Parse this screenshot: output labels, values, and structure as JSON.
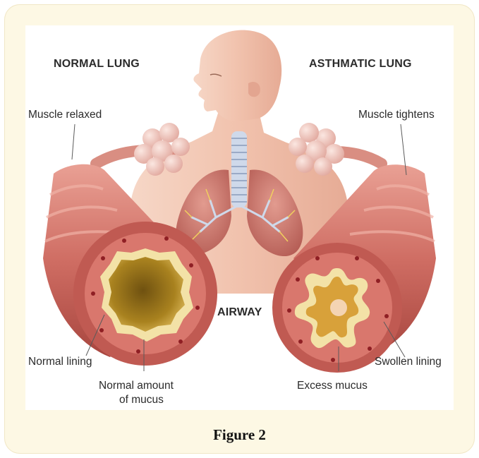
{
  "figure": {
    "caption": "Figure 2",
    "labels": {
      "normal_lung": "NORMAL LUNG",
      "asthmatic_lung": "ASTHMATIC LUNG",
      "muscle_relaxed": "Muscle relaxed",
      "muscle_tightens": "Muscle tightens",
      "airway": "AIRWAY",
      "normal_lining": "Normal lining",
      "normal_mucus_line1": "Normal amount",
      "normal_mucus_line2": "of mucus",
      "excess_mucus": "Excess mucus",
      "swollen_lining": "Swollen lining"
    }
  },
  "colors": {
    "frame": "#fdf8e4",
    "skin": "#f3c9b4",
    "tissue": "#c9625a",
    "lining": "#f3e2a7",
    "mucus": "#b8902c",
    "lung": "#c46a62"
  }
}
